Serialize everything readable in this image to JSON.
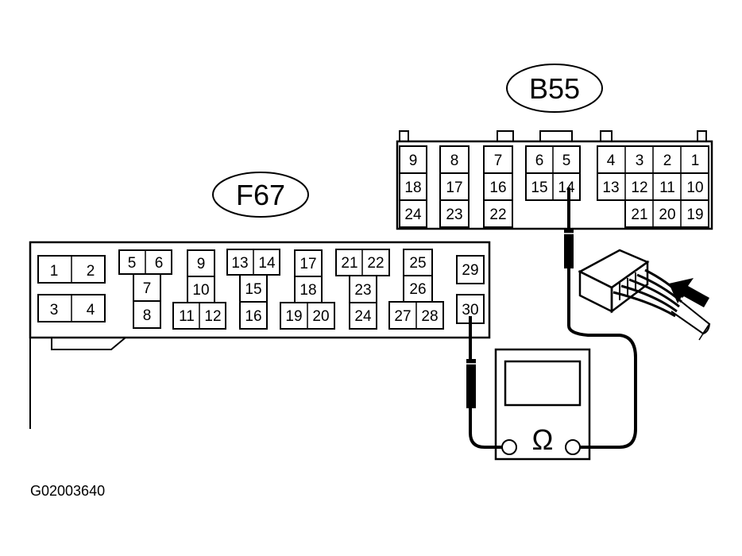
{
  "connectors": {
    "f67": {
      "label": "F67",
      "pins": [
        "1",
        "2",
        "3",
        "4",
        "5",
        "6",
        "7",
        "8",
        "9",
        "10",
        "11",
        "12",
        "13",
        "14",
        "15",
        "16",
        "17",
        "18",
        "19",
        "20",
        "21",
        "22",
        "23",
        "24",
        "25",
        "26",
        "27",
        "28",
        "29",
        "30"
      ]
    },
    "b55": {
      "label": "B55",
      "pins": [
        "1",
        "2",
        "3",
        "4",
        "5",
        "6",
        "7",
        "8",
        "9",
        "10",
        "11",
        "12",
        "13",
        "14",
        "15",
        "16",
        "17",
        "18",
        "19",
        "20",
        "21",
        "22",
        "23",
        "24"
      ]
    }
  },
  "meter": {
    "symbol": "Ω",
    "icon": "ohmmeter-icon"
  },
  "figure_code": "G02003640",
  "colors": {
    "ink": "#000000",
    "paper": "#ffffff"
  }
}
